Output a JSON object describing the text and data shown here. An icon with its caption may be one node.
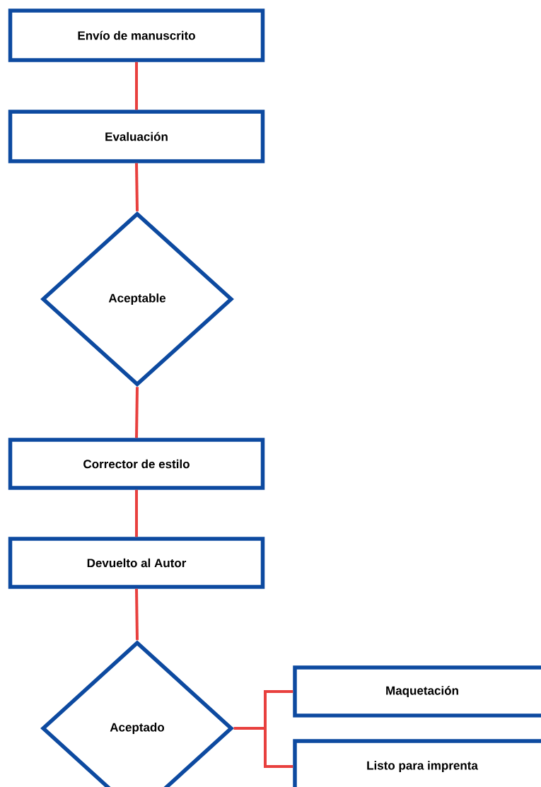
{
  "diagram": {
    "nodes": [
      {
        "text": [
          "Envío de manuscrito"
        ]
      },
      {
        "text": [
          "Evaluación"
        ]
      },
      {
        "text": [
          "Aceptable"
        ]
      },
      {
        "text": [
          "Corrector de estilo"
        ]
      },
      {
        "text": [
          "Devuelto al Autor"
        ]
      },
      {
        "text": [
          "Aceptado"
        ]
      },
      {
        "text": [
          "Maquetación"
        ]
      },
      {
        "text": [
          "Listo para imprenta"
        ]
      }
    ],
    "edges": [
      {
        "from": 0,
        "to": 1,
        "arrow": "none"
      },
      {
        "from": 1,
        "to": 2,
        "arrow": "none"
      },
      {
        "from": 2,
        "to": 3,
        "arrow": "none"
      },
      {
        "from": 3,
        "to": 4,
        "arrow": "none"
      },
      {
        "from": 4,
        "to": 5,
        "arrow": "none"
      },
      {
        "from": 5,
        "to": 6,
        "arrow": "none"
      },
      {
        "from": 5,
        "to": 7,
        "arrow": "none"
      }
    ]
  }
}
